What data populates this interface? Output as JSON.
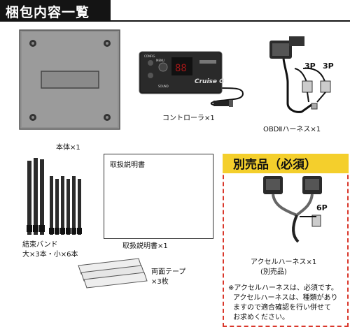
{
  "header": {
    "title": "梱包内容一覧"
  },
  "items": {
    "main_unit": {
      "label": "本体×1"
    },
    "controller": {
      "label": "コントローラ×1",
      "screen_labels": [
        "CONFIG",
        "MENU",
        "SOUND"
      ],
      "brand": "Cruise G"
    },
    "obd_harness": {
      "label": "OBDⅡハーネス×1",
      "pin_labels": [
        "3P",
        "3P"
      ]
    },
    "cable_ties": {
      "label_line1": "結束バンド",
      "label_line2": "大×3本・小×6本"
    },
    "manual": {
      "box_title": "取扱説明書",
      "label": "取扱説明書×1"
    },
    "tape": {
      "label_line1": "両面テープ",
      "label_line2": "×3枚"
    }
  },
  "optional": {
    "title": "別売品（必須）",
    "pin_label": "6P",
    "harness_label_line1": "アクセルハーネス×1",
    "harness_label_line2": "(別売品)",
    "note_lines": [
      "※アクセルハーネスは、必須です。",
      "アクセルハーネスは、種類があり",
      "ますので適合確認を行い併せて",
      "お求めください。"
    ]
  },
  "colors": {
    "header_bg": "#141414",
    "optional_border": "#d9372b",
    "optional_head": "#f4cf2c"
  }
}
